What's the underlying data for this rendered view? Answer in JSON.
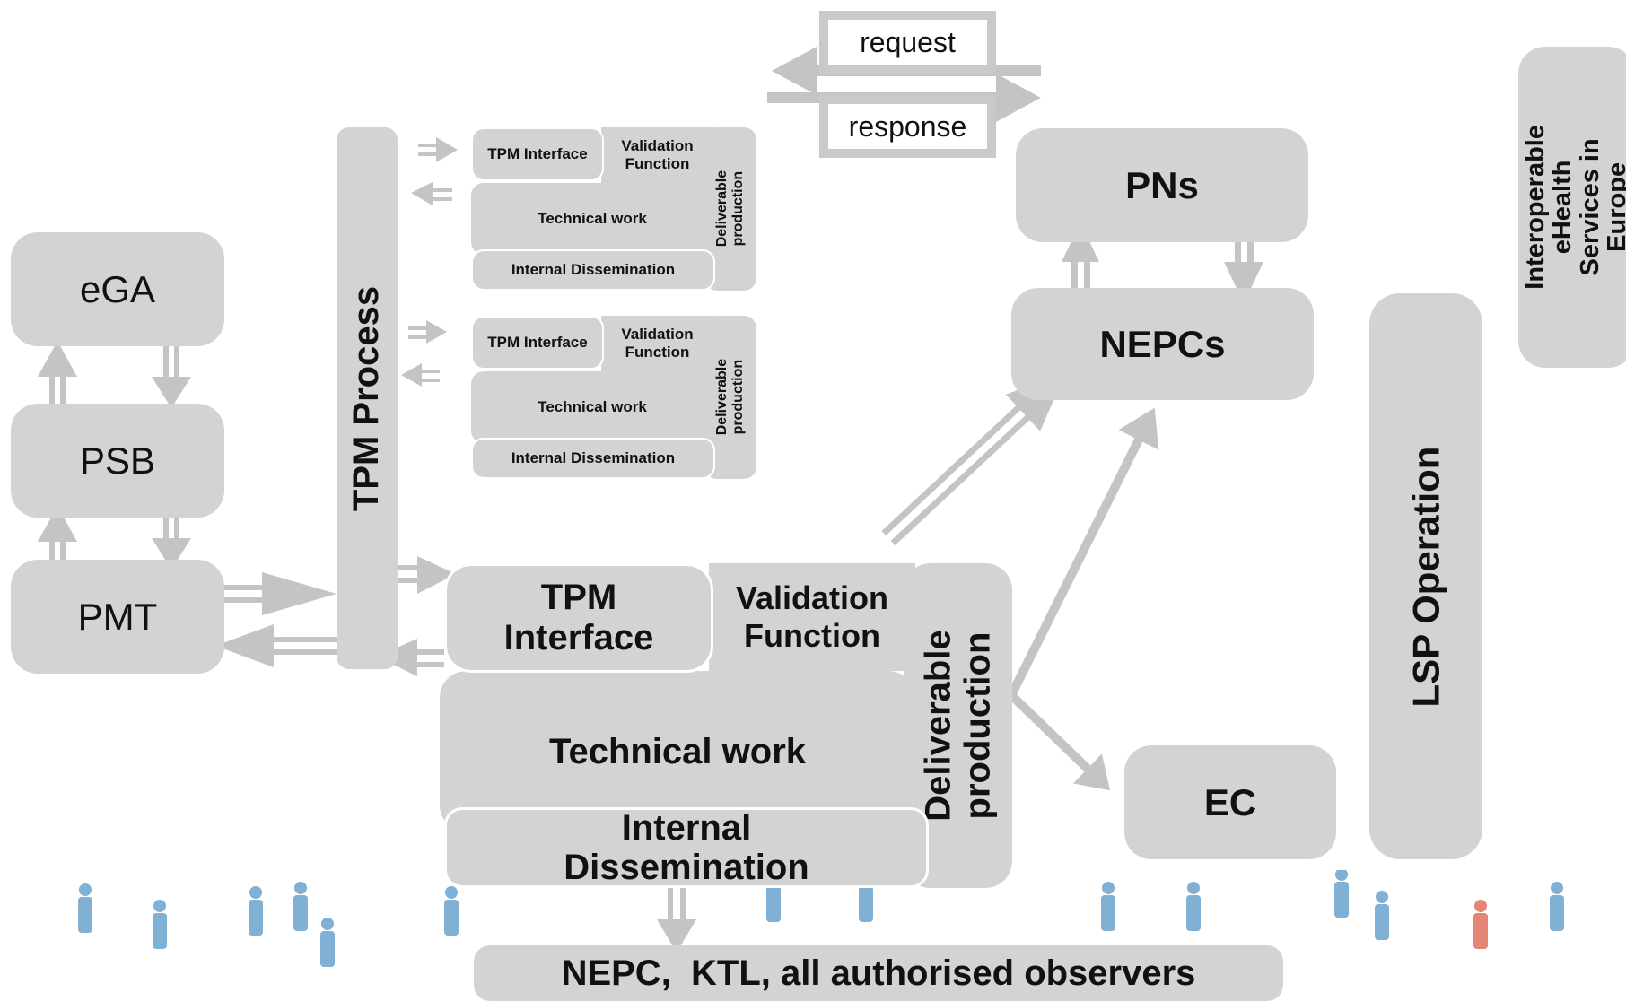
{
  "messages": {
    "request": "request",
    "response": "response"
  },
  "left_chain": {
    "ega": "eGA",
    "psb": "PSB",
    "pmt": "PMT"
  },
  "tpm_process": "TPM Process",
  "mini_block": {
    "tpm_interface": "TPM Interface",
    "validation_function": "Validation Function",
    "technical_work": "Technical work",
    "internal_dissemination": "Internal Dissemination",
    "deliverable_production": "Deliverable production"
  },
  "main_block": {
    "tpm_interface": "TPM Interface",
    "validation_function": "Validation Function",
    "technical_work": "Technical work",
    "internal_dissemination": "Internal Dissemination",
    "deliverable_production": "Deliverable production"
  },
  "right": {
    "pns": "PNs",
    "nepcs": "NEPCs",
    "ec": "EC",
    "lsp_operation": "LSP Operation"
  },
  "corner_title": "Interoperable eHealth Services in Europe",
  "observers": "NEPC,  KTL, all authorised observers",
  "colors": {
    "box": "#d3d3d3",
    "arrow": "#c4c4c4",
    "people": "#5a9bc8",
    "person_accent": "#e0705f"
  }
}
